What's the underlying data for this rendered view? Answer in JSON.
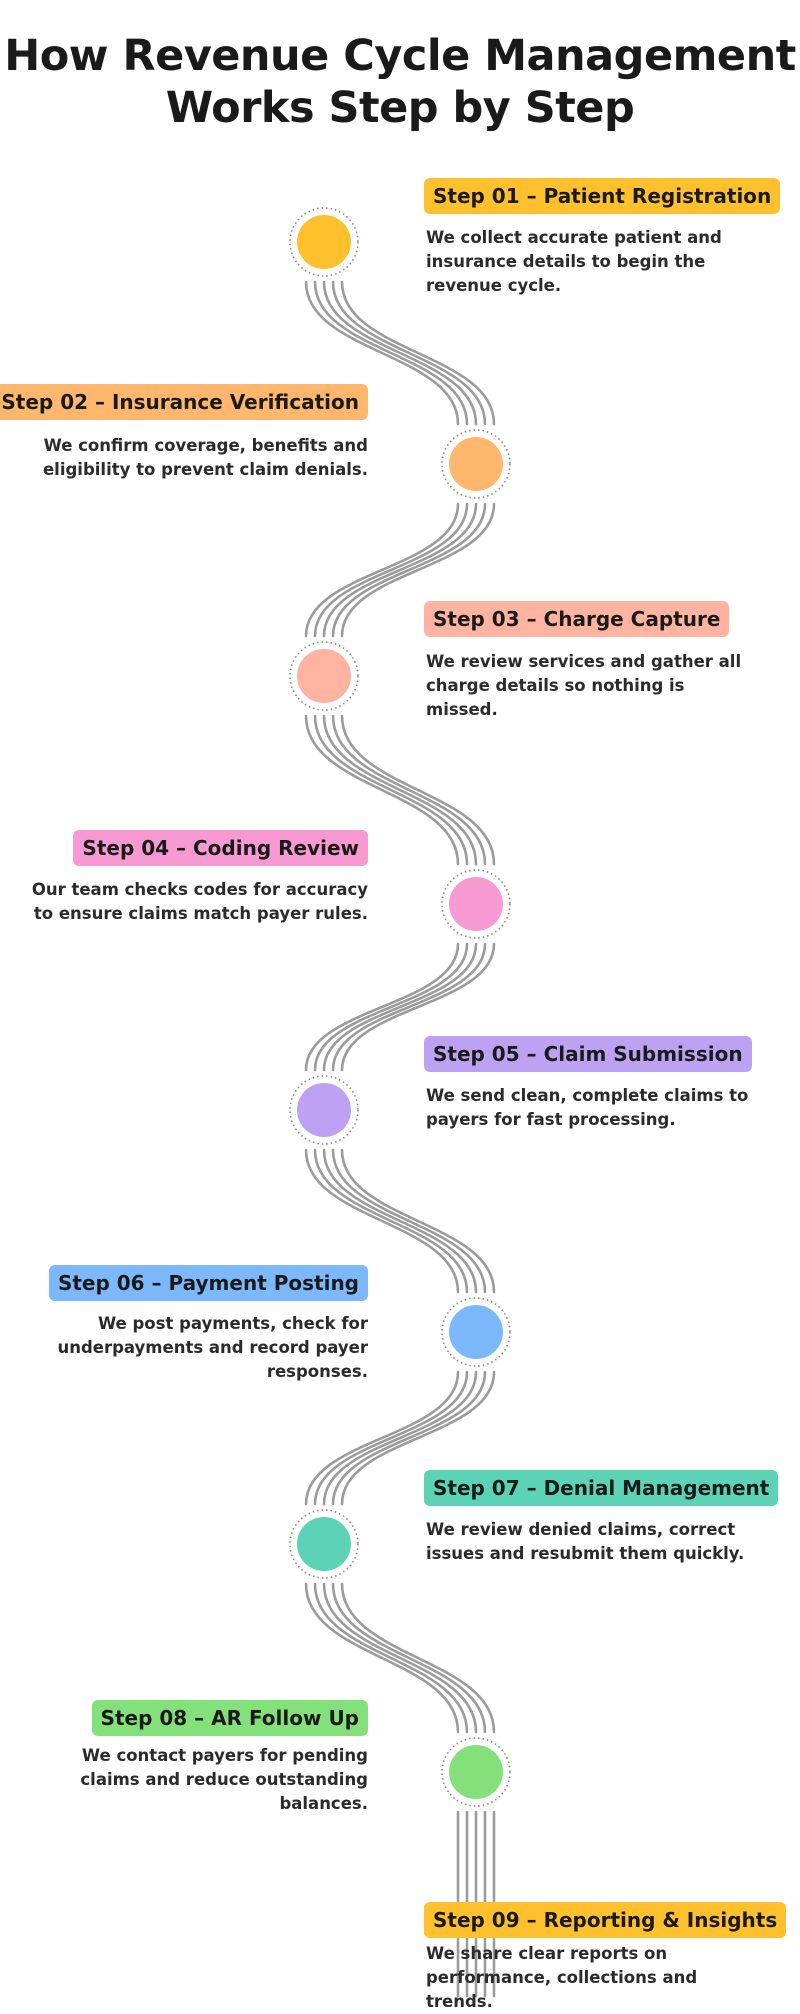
{
  "title": {
    "line1": "How Revenue Cycle Management",
    "line2": "Works Step by Step"
  },
  "line_color": "#9b9b9b",
  "steps": [
    {
      "label": "Step 01 – Patient Registration",
      "description": "We collect accurate patient and insurance details to begin the revenue cycle.",
      "color": "#ffc02d",
      "side": "right"
    },
    {
      "label": "Step 02 – Insurance Verification",
      "description": "We confirm coverage, benefits and eligibility to prevent claim denials.",
      "color": "#ffb76e",
      "side": "left"
    },
    {
      "label": "Step 03 – Charge Capture",
      "description": "We review services and gather all charge details so nothing is missed.",
      "color": "#ffb3a1",
      "side": "right"
    },
    {
      "label": "Step 04 – Coding Review",
      "description": "Our team checks codes for accuracy to ensure claims match payer rules.",
      "color": "#f79ad2",
      "side": "left"
    },
    {
      "label": "Step 05 – Claim Submission",
      "description": "We send clean, complete claims to payers for fast processing.",
      "color": "#bda1f3",
      "side": "right"
    },
    {
      "label": "Step 06 – Payment Posting",
      "description": "We post payments, check for underpayments and record payer responses.",
      "color": "#7cb8fb",
      "side": "left"
    },
    {
      "label": "Step 07 – Denial Management",
      "description": "We review denied claims, correct issues and resubmit them quickly.",
      "color": "#5dd3b6",
      "side": "right"
    },
    {
      "label": "Step 08 – AR Follow Up",
      "description": "We contact payers for pending claims and reduce outstanding balances.",
      "color": "#83e07a",
      "side": "left"
    },
    {
      "label": "Step 09 – Reporting & Insights",
      "description": "We share clear reports on performance, collections and trends.",
      "color": "#ffc02d",
      "side": "right"
    }
  ]
}
